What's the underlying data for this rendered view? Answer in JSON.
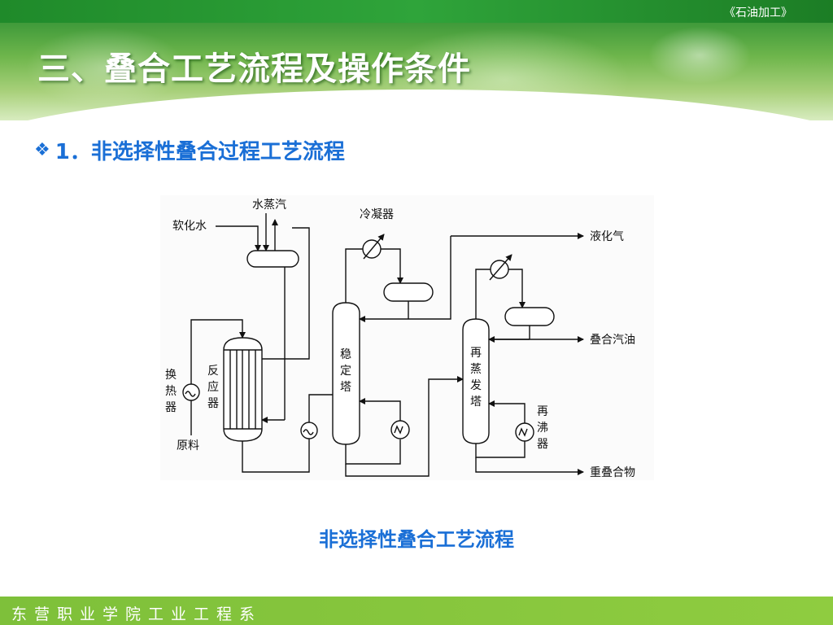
{
  "header": {
    "book_title": "《石油加工》",
    "title": "三、叠合工艺流程及操作条件"
  },
  "section": {
    "bullet_icon": "diamond-bullet-icon",
    "heading": "1．非选择性叠合过程工艺流程"
  },
  "diagram": {
    "caption": "非选择性叠合工艺流程",
    "labels": {
      "softened_water": "软化水",
      "steam": "水蒸汽",
      "condenser": "冷凝器",
      "liquefied_gas": "液化气",
      "polymer_gasoline": "叠合汽油",
      "heavy_polymer": "重叠合物",
      "heat_exchanger": [
        "换",
        "热",
        "器"
      ],
      "reactor": [
        "反",
        "应",
        "器"
      ],
      "stabilizer": [
        "稳",
        "定",
        "塔"
      ],
      "redistillation": [
        "再",
        "蒸",
        "发",
        "塔"
      ],
      "reboiler": [
        "再",
        "沸",
        "器"
      ],
      "feed": "原料"
    }
  },
  "footer": {
    "text": "东营职业学院工业工程系"
  },
  "colors": {
    "accent_blue": "#1a6fd6",
    "top_band_green": "#2fa43a",
    "footer_green": "#8fcc40"
  }
}
